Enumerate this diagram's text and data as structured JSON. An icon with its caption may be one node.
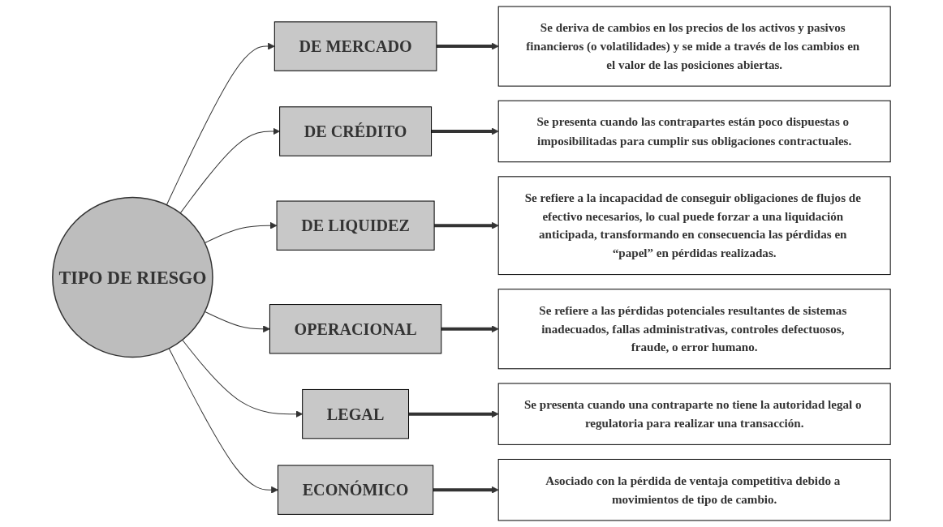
{
  "diagram": {
    "nodes": [
      {
        "text": [
          "TIPO DE RIESGO"
        ]
      },
      {
        "text": [
          "DE MERCADO"
        ]
      },
      {
        "text": [
          "Se deriva de cambios en los precios de los activos y pasivos financieros (o volatilidades) y se mide a través de los cambios en el valor de las posiciones abiertas."
        ]
      },
      {
        "text": [
          "DE CRÉDITO"
        ]
      },
      {
        "text": [
          "Se presenta cuando las contrapartes están poco dispuestas o imposibilitadas para cumplir sus obligaciones contractuales."
        ]
      },
      {
        "text": [
          "DE LIQUIDEZ"
        ]
      },
      {
        "text": [
          "Se refiere a la incapacidad de conseguir obligaciones de flujos de efectivo necesarios, lo cual puede forzar a una liquidación anticipada, transformando en consecuencia las pérdidas en “papel” en pérdidas realizadas."
        ]
      },
      {
        "text": [
          "OPERACIONAL"
        ]
      },
      {
        "text": [
          "Se refiere a las pérdidas potenciales resultantes de sistemas inadecuados, fallas administrativas, controles defectuosos, fraude, o error humano."
        ]
      },
      {
        "text": [
          "LEGAL"
        ]
      },
      {
        "text": [
          "Se presenta cuando una contraparte no tiene la autoridad legal o regulatoria para realizar una transacción."
        ]
      },
      {
        "text": [
          "ECONÓMICO"
        ]
      },
      {
        "text": [
          "Asociado con la pérdida de ventaja competitiva debido a movimientos de tipo de cambio."
        ]
      }
    ],
    "edges": [
      {
        "from": 0,
        "to": 1,
        "arrow": "to"
      },
      {
        "from": 0,
        "to": 3,
        "arrow": "to"
      },
      {
        "from": 0,
        "to": 5,
        "arrow": "to"
      },
      {
        "from": 0,
        "to": 7,
        "arrow": "to"
      },
      {
        "from": 0,
        "to": 9,
        "arrow": "to"
      },
      {
        "from": 0,
        "to": 11,
        "arrow": "to"
      },
      {
        "from": 1,
        "to": 2,
        "arrow": "to",
        "style": "thick"
      },
      {
        "from": 3,
        "to": 4,
        "arrow": "to",
        "style": "thick"
      },
      {
        "from": 5,
        "to": 6,
        "arrow": "to",
        "style": "thick"
      },
      {
        "from": 7,
        "to": 8,
        "arrow": "to",
        "style": "thick"
      },
      {
        "from": 9,
        "to": 10,
        "arrow": "to",
        "style": "thick"
      },
      {
        "from": 11,
        "to": 12,
        "arrow": "to",
        "style": "thick"
      }
    ]
  }
}
